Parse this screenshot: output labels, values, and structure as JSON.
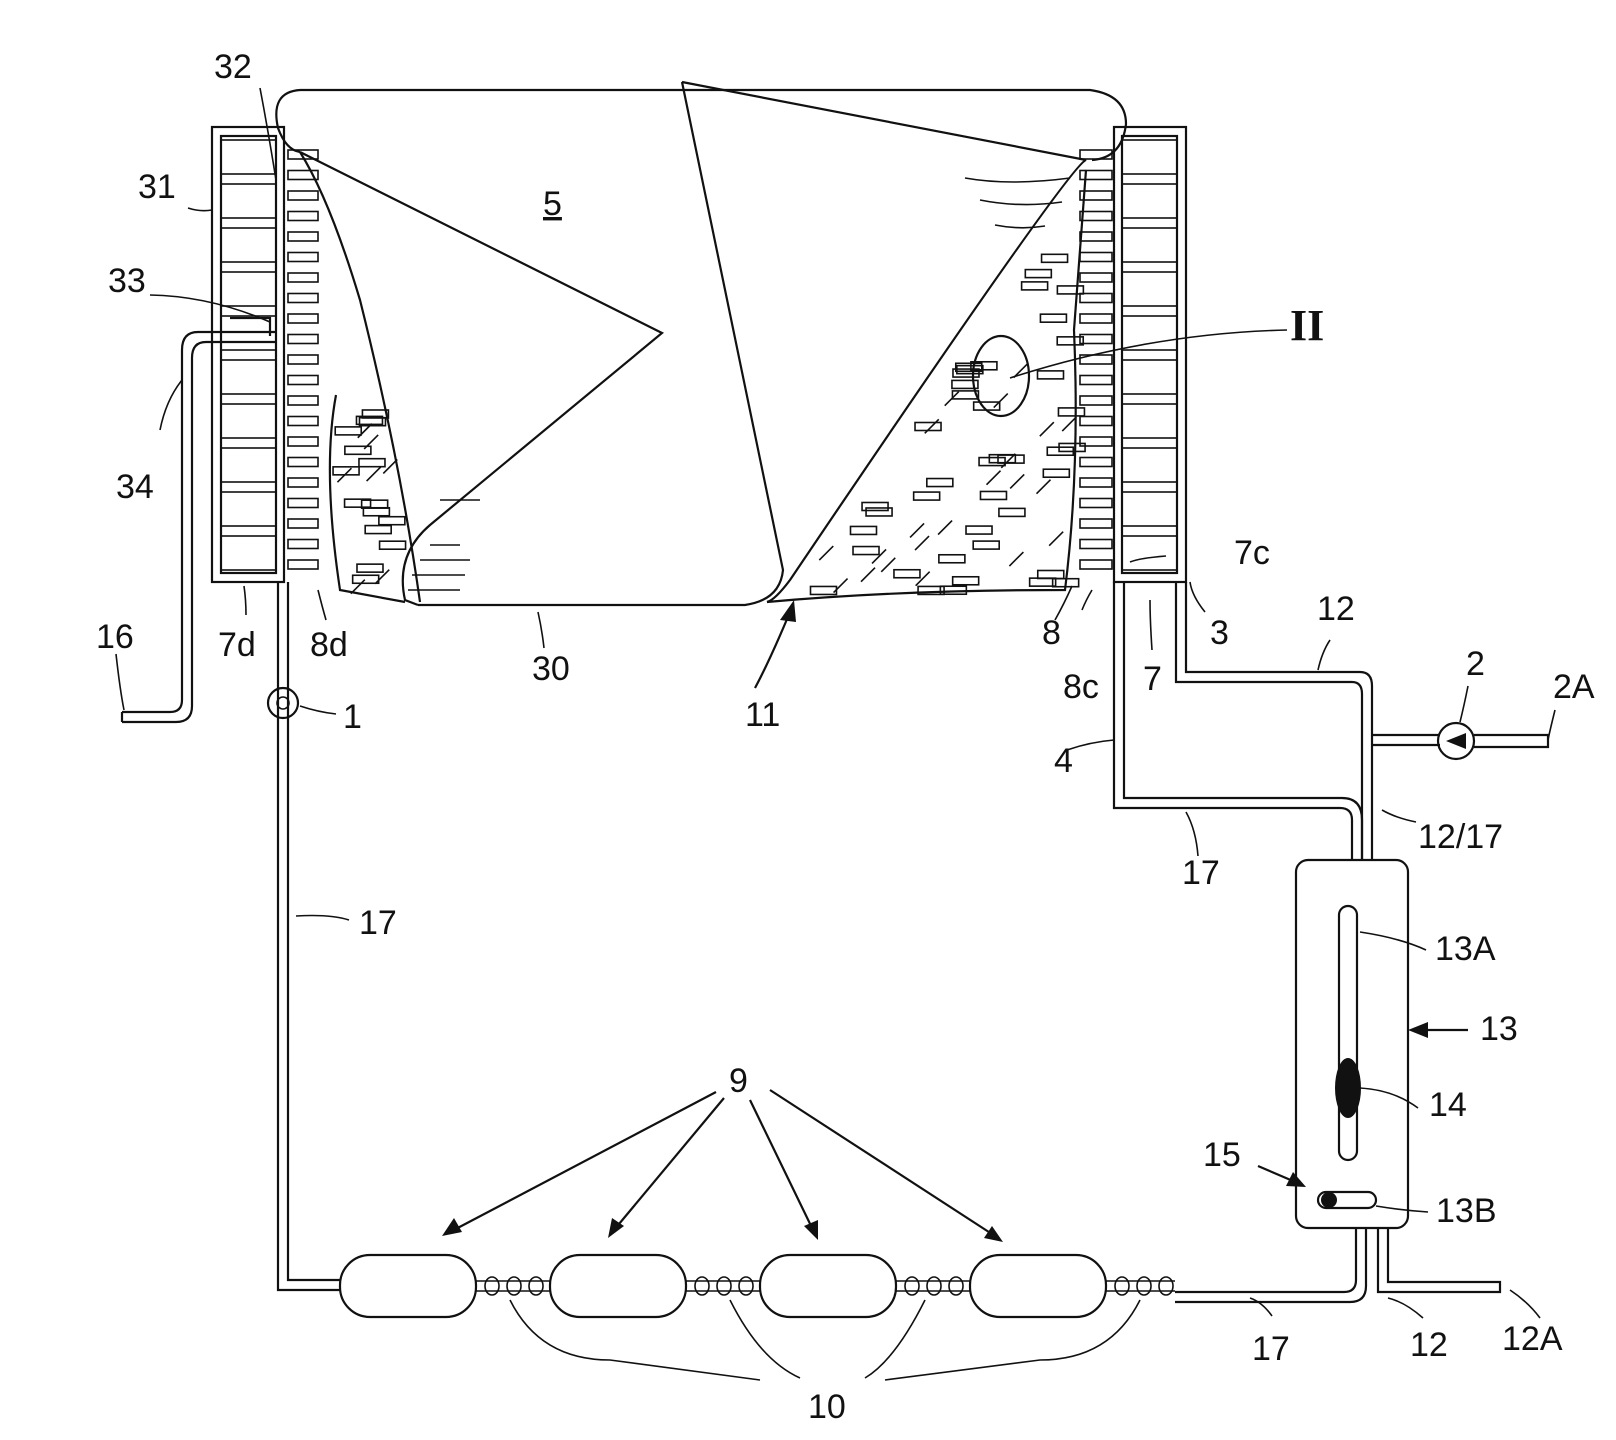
{
  "figure": {
    "colors": {
      "line": "#111111",
      "background": "#ffffff",
      "fill_dark": "#111111"
    },
    "labels": {
      "l1": "1",
      "l2": "2",
      "l2A": "2A",
      "l3": "3",
      "l4": "4",
      "l5": "5",
      "l7": "7",
      "l7c": "7c",
      "l7d": "7d",
      "l8": "8",
      "l8c": "8c",
      "l8d": "8d",
      "l9": "9",
      "l10": "10",
      "l11": "11",
      "l12a": "12",
      "l12b": "12",
      "l12c": "12/17",
      "l12A": "12A",
      "l13": "13",
      "l13A": "13A",
      "l13B": "13B",
      "l14": "14",
      "l15": "15",
      "l16": "16",
      "l17a": "17",
      "l17b": "17",
      "l17c": "17",
      "l30": "30",
      "l31": "31",
      "l32": "32",
      "l33": "33",
      "l34": "34",
      "lII": "II"
    }
  }
}
